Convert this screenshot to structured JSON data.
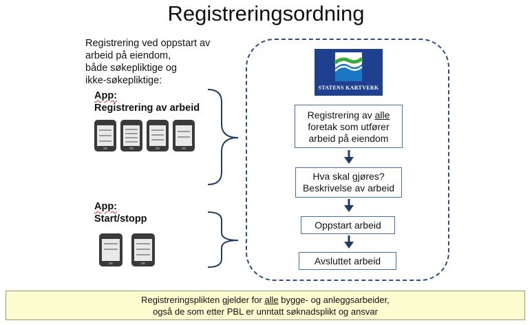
{
  "title": "Registreringsordning",
  "intro_lines": [
    "Registrering ved oppstart av",
    "arbeid på eiendom,",
    "både søkepliktige og",
    "ikke-søkepliktige:"
  ],
  "app1": {
    "label": "App:",
    "sublabel": "Registrering av arbeid"
  },
  "app2": {
    "label": "App:",
    "sublabel": "Start/stopp"
  },
  "logo": {
    "text": "STATENS KARTVERK"
  },
  "flow": {
    "box1": {
      "line1_pre": "Registrering av ",
      "line1_emph": "alle",
      "line2": "foretak som utfører",
      "line3": "arbeid på eiendom"
    },
    "box2": {
      "line1": "Hva skal gjøres?",
      "line2": "Beskrivelse av arbeid"
    },
    "box3": {
      "label": "Oppstart arbeid"
    },
    "box4": {
      "label": "Avsluttet arbeid"
    }
  },
  "footer": {
    "line1_pre": "Registreringsplikten gjelder for ",
    "line1_emph": "alle",
    "line1_post": " bygge- og anleggsarbeider,",
    "line2": "også de som etter PBL er unntatt søknadsplikt og ansvar"
  },
  "colors": {
    "accent": "#3f6fae",
    "dashed": "#2a4d7e",
    "arrow": "#1f3a63",
    "footer_bg": "#fdfbd0",
    "logo_bg": "#1f3f8f"
  }
}
